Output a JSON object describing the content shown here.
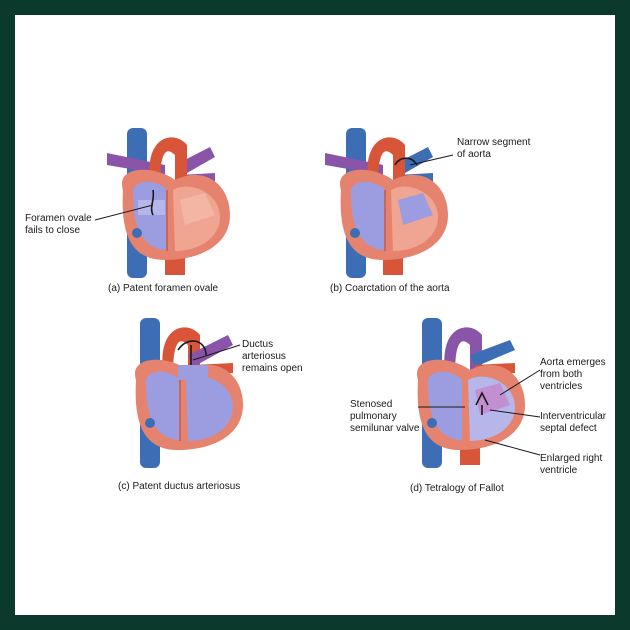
{
  "colors": {
    "frame": "#0b3a2c",
    "background": "#ffffff",
    "vena_cava": "#3d6db5",
    "aorta": "#d8553a",
    "pulmonary_vessels": "#8a55a8",
    "heart_wall": "#e6836e",
    "heart_fill": "#f0a592",
    "deoxygenated_chamber": "#9c9ce0",
    "label_line": "#1a1a1a"
  },
  "panels": [
    {
      "id": "a",
      "caption": "(a) Patent foramen ovale",
      "labels": [
        {
          "lines": [
            "Foramen ovale",
            "fails to close"
          ]
        }
      ]
    },
    {
      "id": "b",
      "caption": "(b) Coarctation of the aorta",
      "labels": [
        {
          "lines": [
            "Narrow segment",
            "of aorta"
          ]
        }
      ]
    },
    {
      "id": "c",
      "caption": "(c) Patent ductus arteriosus",
      "labels": [
        {
          "lines": [
            "Ductus arteriosus",
            "remains open"
          ]
        }
      ]
    },
    {
      "id": "d",
      "caption": "(d) Tetralogy of Fallot",
      "labels": [
        {
          "lines": [
            "Aorta emerges",
            "from both",
            "ventricles"
          ]
        },
        {
          "lines": [
            "Interventricular",
            "septal defect"
          ]
        },
        {
          "lines": [
            "Enlarged right",
            "ventricle"
          ]
        },
        {
          "lines": [
            "Stenosed",
            "pulmonary",
            "semilunar valve"
          ]
        }
      ]
    }
  ]
}
